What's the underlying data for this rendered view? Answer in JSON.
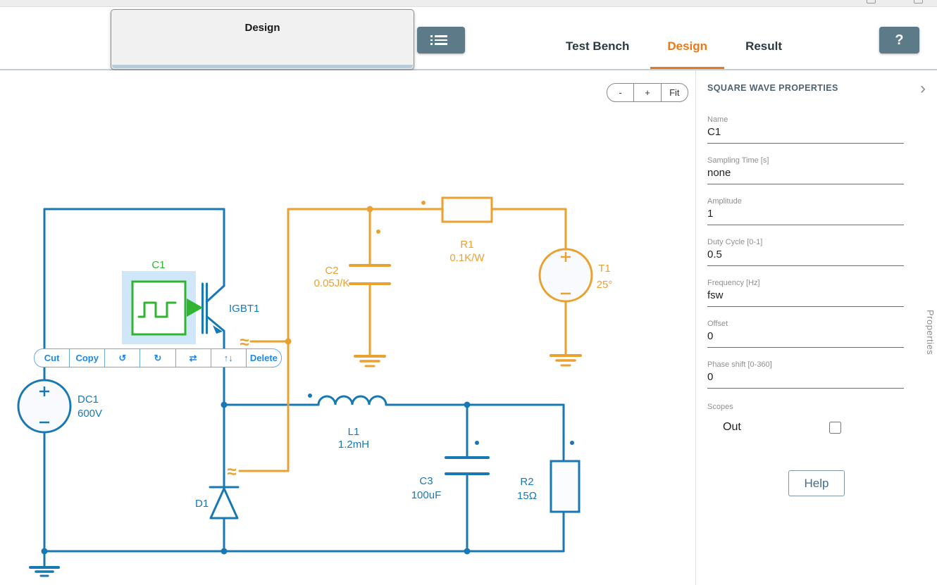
{
  "top": {
    "design_title": "Design",
    "list_button_icon": "list-icon",
    "help_button_label": "?"
  },
  "tabs": [
    {
      "label": "Test Bench",
      "active": false
    },
    {
      "label": "Design",
      "active": true
    },
    {
      "label": "Result",
      "active": false
    }
  ],
  "zoom_controls": {
    "out": "-",
    "in": "+",
    "fit": "Fit"
  },
  "context_menu": {
    "items": [
      "Cut",
      "Copy",
      "↺",
      "↻",
      "⇄",
      "↑↓",
      "Delete"
    ]
  },
  "panel": {
    "title": "SQUARE WAVE PROPERTIES",
    "collapse_icon": "›",
    "fields": [
      {
        "label": "Name",
        "value": "C1"
      },
      {
        "label": "Sampling Time [s]",
        "value": "none"
      },
      {
        "label": "Amplitude",
        "value": "1"
      },
      {
        "label": "Duty Cycle [0-1]",
        "value": "0.5"
      },
      {
        "label": "Frequency [Hz]",
        "value": "fsw"
      },
      {
        "label": "Offset",
        "value": "0"
      },
      {
        "label": "Phase shift [0-360]",
        "value": "0"
      }
    ],
    "scopes_label": "Scopes",
    "scope_out": {
      "label": "Out",
      "checked": false
    },
    "help_button": "Help",
    "side_tab": "Properties"
  },
  "circuit": {
    "colors": {
      "wire_blue": "#1878b4",
      "thermal_orange": "#eaa12f",
      "signal_green": "#2fb52f",
      "selection_fill": "#cfe7f8",
      "menu_blue": "#1e88e5",
      "tab_active_orange": "#e8791d"
    },
    "thermal_symbol": "≈",
    "labels": {
      "c1": "C1",
      "igbt": "IGBT1",
      "dc_name": "DC1",
      "dc_value": "600V",
      "d1": "D1",
      "l_name": "L1",
      "l_value": "1.2mH",
      "c3_name": "C3",
      "c3_value": "100uF",
      "r2_name": "R2",
      "r2_value": "15Ω",
      "c2_name": "C2",
      "c2_value": "0.05J/K",
      "r1_name": "R1",
      "r1_value": "0.1K/W",
      "t1_name": "T1",
      "t1_value": "25°"
    }
  }
}
